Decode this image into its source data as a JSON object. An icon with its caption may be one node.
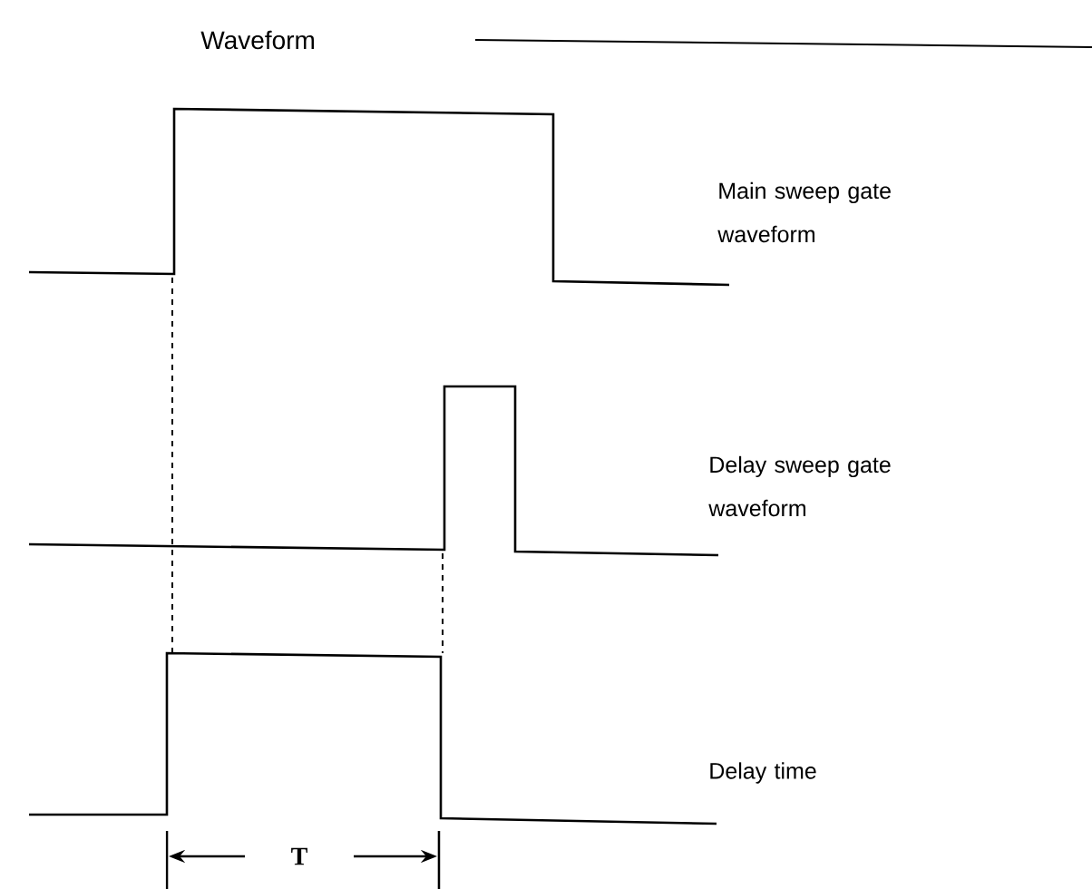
{
  "diagram": {
    "title": "Waveform",
    "labels": [
      "Main sweep gate waveform",
      "Delay sweep gate waveform",
      "Delay time",
      "T"
    ]
  }
}
